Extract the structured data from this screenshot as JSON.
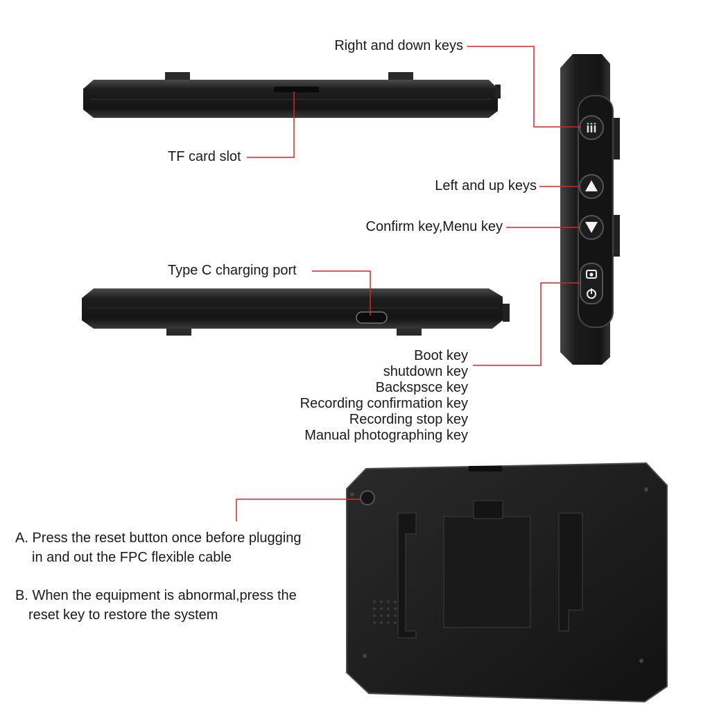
{
  "colors": {
    "leader_line": "#d9252a",
    "device_body": "#1c1c1c",
    "device_edge": "#3a3a3a",
    "background": "#ffffff"
  },
  "labels": {
    "right_down_keys": "Right and down keys",
    "tf_card_slot": "TF card slot",
    "left_up_keys": "Left and up keys",
    "confirm_menu_key": "Confirm key,Menu key",
    "type_c_port": "Type C charging port"
  },
  "boot_key_functions": [
    "Boot key",
    "shutdown key",
    "Backspsce key",
    "Recording confirmation key",
    "Recording stop key",
    "Manual photographing key"
  ],
  "notes": {
    "a_line1": "A. Press the reset button once before plugging",
    "a_line2": "in and out the FPC flexible cable",
    "b_line1": "B. When the equipment is abnormal,press the",
    "b_line2": "reset key to restore the system"
  },
  "button_icons": {
    "menu": "menu-icon",
    "up": "triangle-up-icon",
    "down": "triangle-down-icon",
    "power": "power-camera-icon"
  }
}
